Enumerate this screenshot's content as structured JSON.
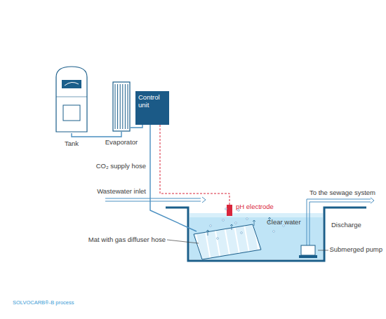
{
  "diagram": {
    "caption": "SOLVOCARB®-B process",
    "nodes": [
      {
        "text": [
          "Tank"
        ]
      },
      {
        "text": [
          "Evaporator"
        ]
      },
      {
        "text": [
          "Control unit"
        ]
      }
    ],
    "edges": [
      {
        "from": 0,
        "to": 1,
        "arrow": "none"
      },
      {
        "from": 1,
        "to": 2,
        "arrow": "none"
      }
    ],
    "labels": [
      "CO₂ supply hose",
      "pH electrode",
      "Wastewater inlet",
      "Clear water",
      "Mat with gas diffuser hose",
      "To the sewage system",
      "Discharge",
      "Submerged pump"
    ]
  }
}
